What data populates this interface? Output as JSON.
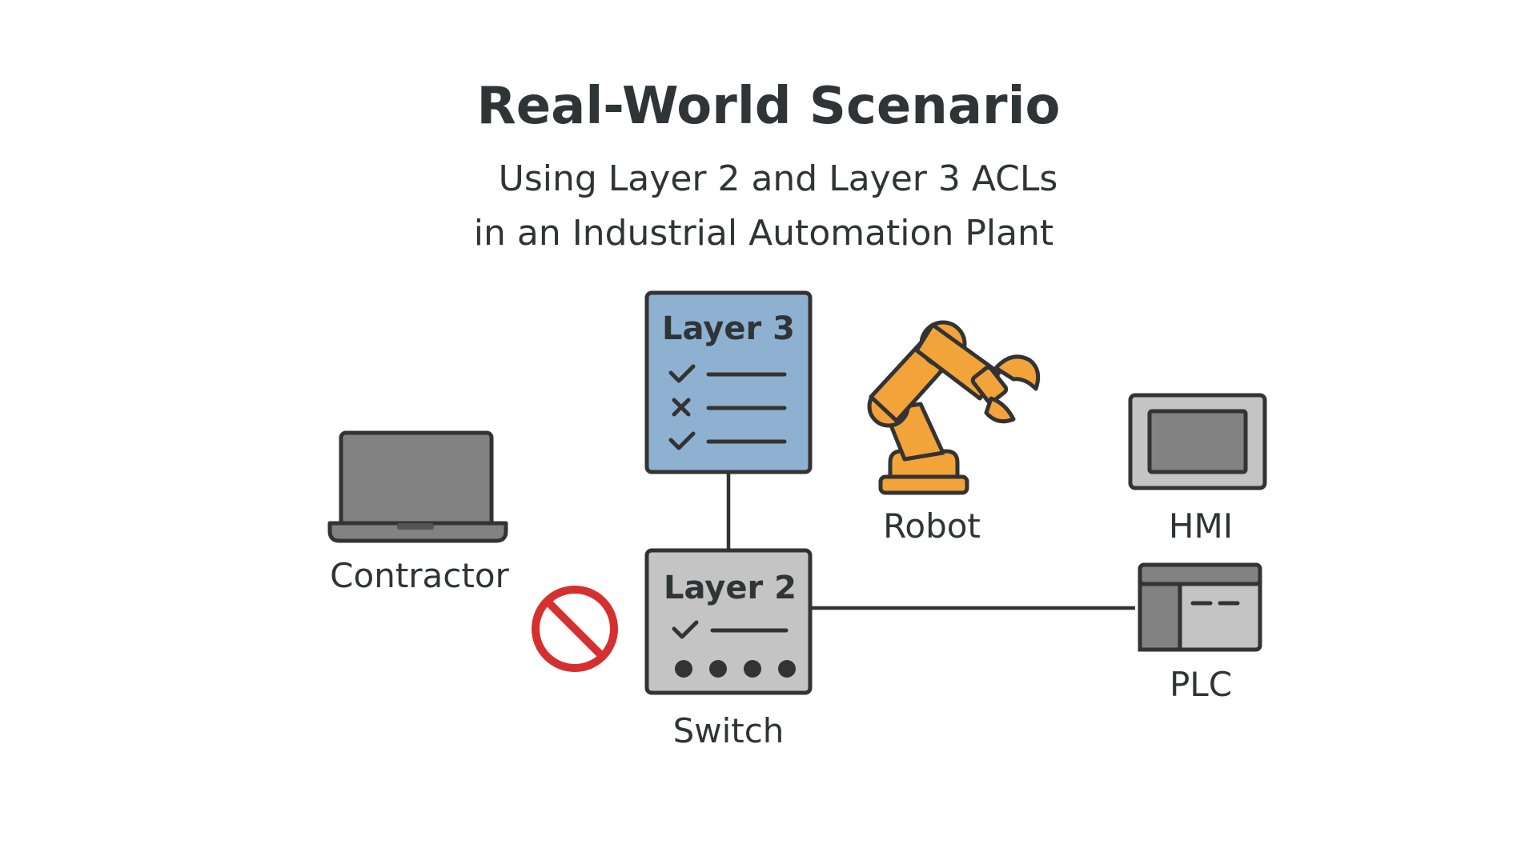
{
  "title": "Real-World Scenario",
  "subtitle_line1": "Using Layer 2 and Layer 3 ACLs",
  "subtitle_line2": "in an Industrial Automation Plant",
  "nodes": {
    "layer3": {
      "label": "Layer 3",
      "rules": [
        "allow",
        "deny",
        "allow"
      ]
    },
    "layer2": {
      "label": "Layer 2",
      "rules": [
        "allow"
      ],
      "ports": 4
    },
    "contractor": {
      "label": "Contractor"
    },
    "robot": {
      "label": "Robot"
    },
    "hmi": {
      "label": "HMI"
    },
    "plc": {
      "label": "PLC"
    },
    "switch": {
      "label": "Switch"
    }
  },
  "icons": {
    "contractor": "laptop-icon",
    "robot": "robot-arm-icon",
    "hmi": "hmi-screen-icon",
    "plc": "plc-icon",
    "blocked": "prohibited-icon",
    "allow": "check-icon",
    "deny": "x-icon"
  },
  "colors": {
    "layer3_fill": "#8fb1d1",
    "layer2_fill": "#c4c4c4",
    "outline": "#333333",
    "robot": "#f2a33a",
    "prohibited": "#d62f2f",
    "device_gray": "#828282"
  }
}
